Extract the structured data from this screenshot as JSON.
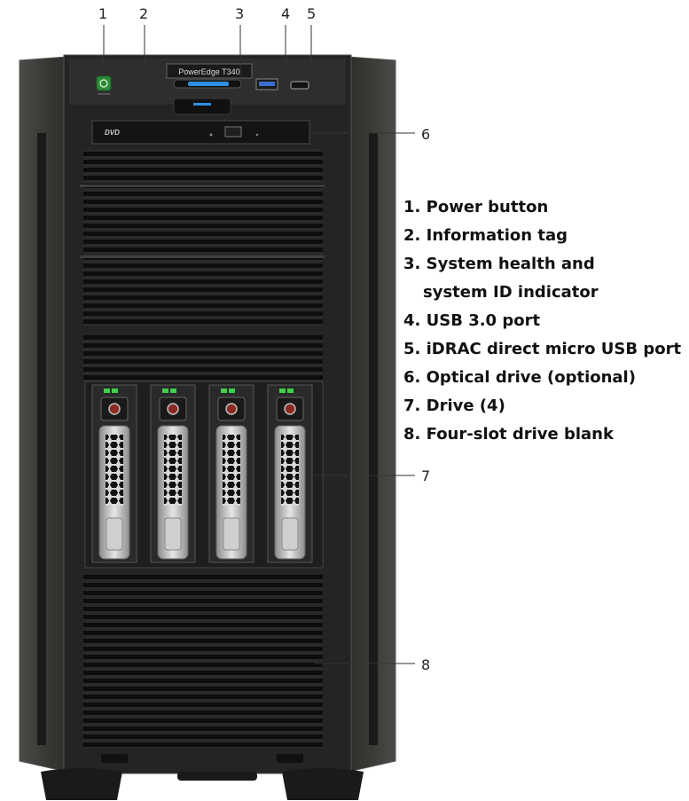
{
  "callouts": [
    "1",
    "2",
    "3",
    "4",
    "5",
    "6",
    "7",
    "8"
  ],
  "model_label": "PowerEdge T340",
  "dvd_logo": "DVD",
  "legend": [
    "1. Power button",
    "2. Information tag",
    "3. System health and",
    "system ID indicator",
    "4. USB 3.0 port",
    "5. iDRAC direct micro USB port",
    "6. Optical drive (optional)",
    "7. Drive (4)",
    "8. Four-slot drive blank"
  ],
  "drive_count": 4,
  "colors": {
    "chassis": "#3d3d3b",
    "chassis_edge": "#5a5a56",
    "bezel": "#1c1c1c",
    "drive_led": "#3fcf4a",
    "health_led": "#2c8fe0",
    "power_button": "#2e8b3a"
  }
}
